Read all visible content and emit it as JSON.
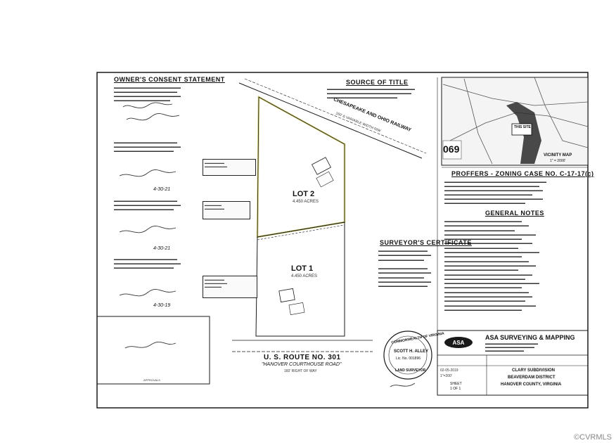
{
  "owners_consent": {
    "heading": "OWNER'S CONSENT STATEMENT",
    "notary_1_date": "4-30-21",
    "notary_2_date": "4-30-21",
    "notary_3_date": "4-30-19"
  },
  "source_of_title": {
    "heading": "SOURCE OF TITLE"
  },
  "proffers": {
    "heading": "PROFFERS - ZONING CASE NO. C-17-17(c)"
  },
  "general_notes": {
    "heading": "GENERAL NOTES"
  },
  "surveyor": {
    "heading": "SURVEYOR'S CERTIFICATE"
  },
  "vicinity_map": {
    "label": "VICINITY MAP",
    "scale": "1\" = 2000'",
    "map_number": "069",
    "site_label": "THIS SITE"
  },
  "railway": {
    "name": "CHESAPEAKE AND OHIO RAILWAY",
    "width": "160' & VARIABLE WIDTH R/W"
  },
  "lots": {
    "lot2_label": "LOT 2",
    "lot2_area": "4.450 ACRES",
    "lot1_label": "LOT 1",
    "lot1_area": "4.450 ACRES"
  },
  "road": {
    "route": "U. S. ROUTE NO. 301",
    "name": "\"HANOVER COURTHOUSE ROAD\"",
    "row": "160' RIGHT OF WAY"
  },
  "seal": {
    "top": "COMMONWEALTH OF VIRGINIA",
    "name": "SCOTT H. ALLEY",
    "lic": "Lic. No. 001896",
    "bottom": "LAND SURVEYOR"
  },
  "title_block": {
    "firm": "ASA SURVEYING & MAPPING",
    "project": "CLARY SUBDIVISION",
    "district": "BEAVERDAM DISTRICT",
    "county": "HANOVER COUNTY, VIRGINIA",
    "sheet": "SHEET",
    "sheet_of": "1 OF 1",
    "date": "02-05-2019",
    "scale": "1\"=200'"
  },
  "approvals": {
    "label": "APPROVALS"
  },
  "watermark": "©CVRMLS",
  "colors": {
    "lot2_outline": "#d6d27a",
    "line": "#1a1a1a",
    "map_dark": "#2a2a2a"
  }
}
